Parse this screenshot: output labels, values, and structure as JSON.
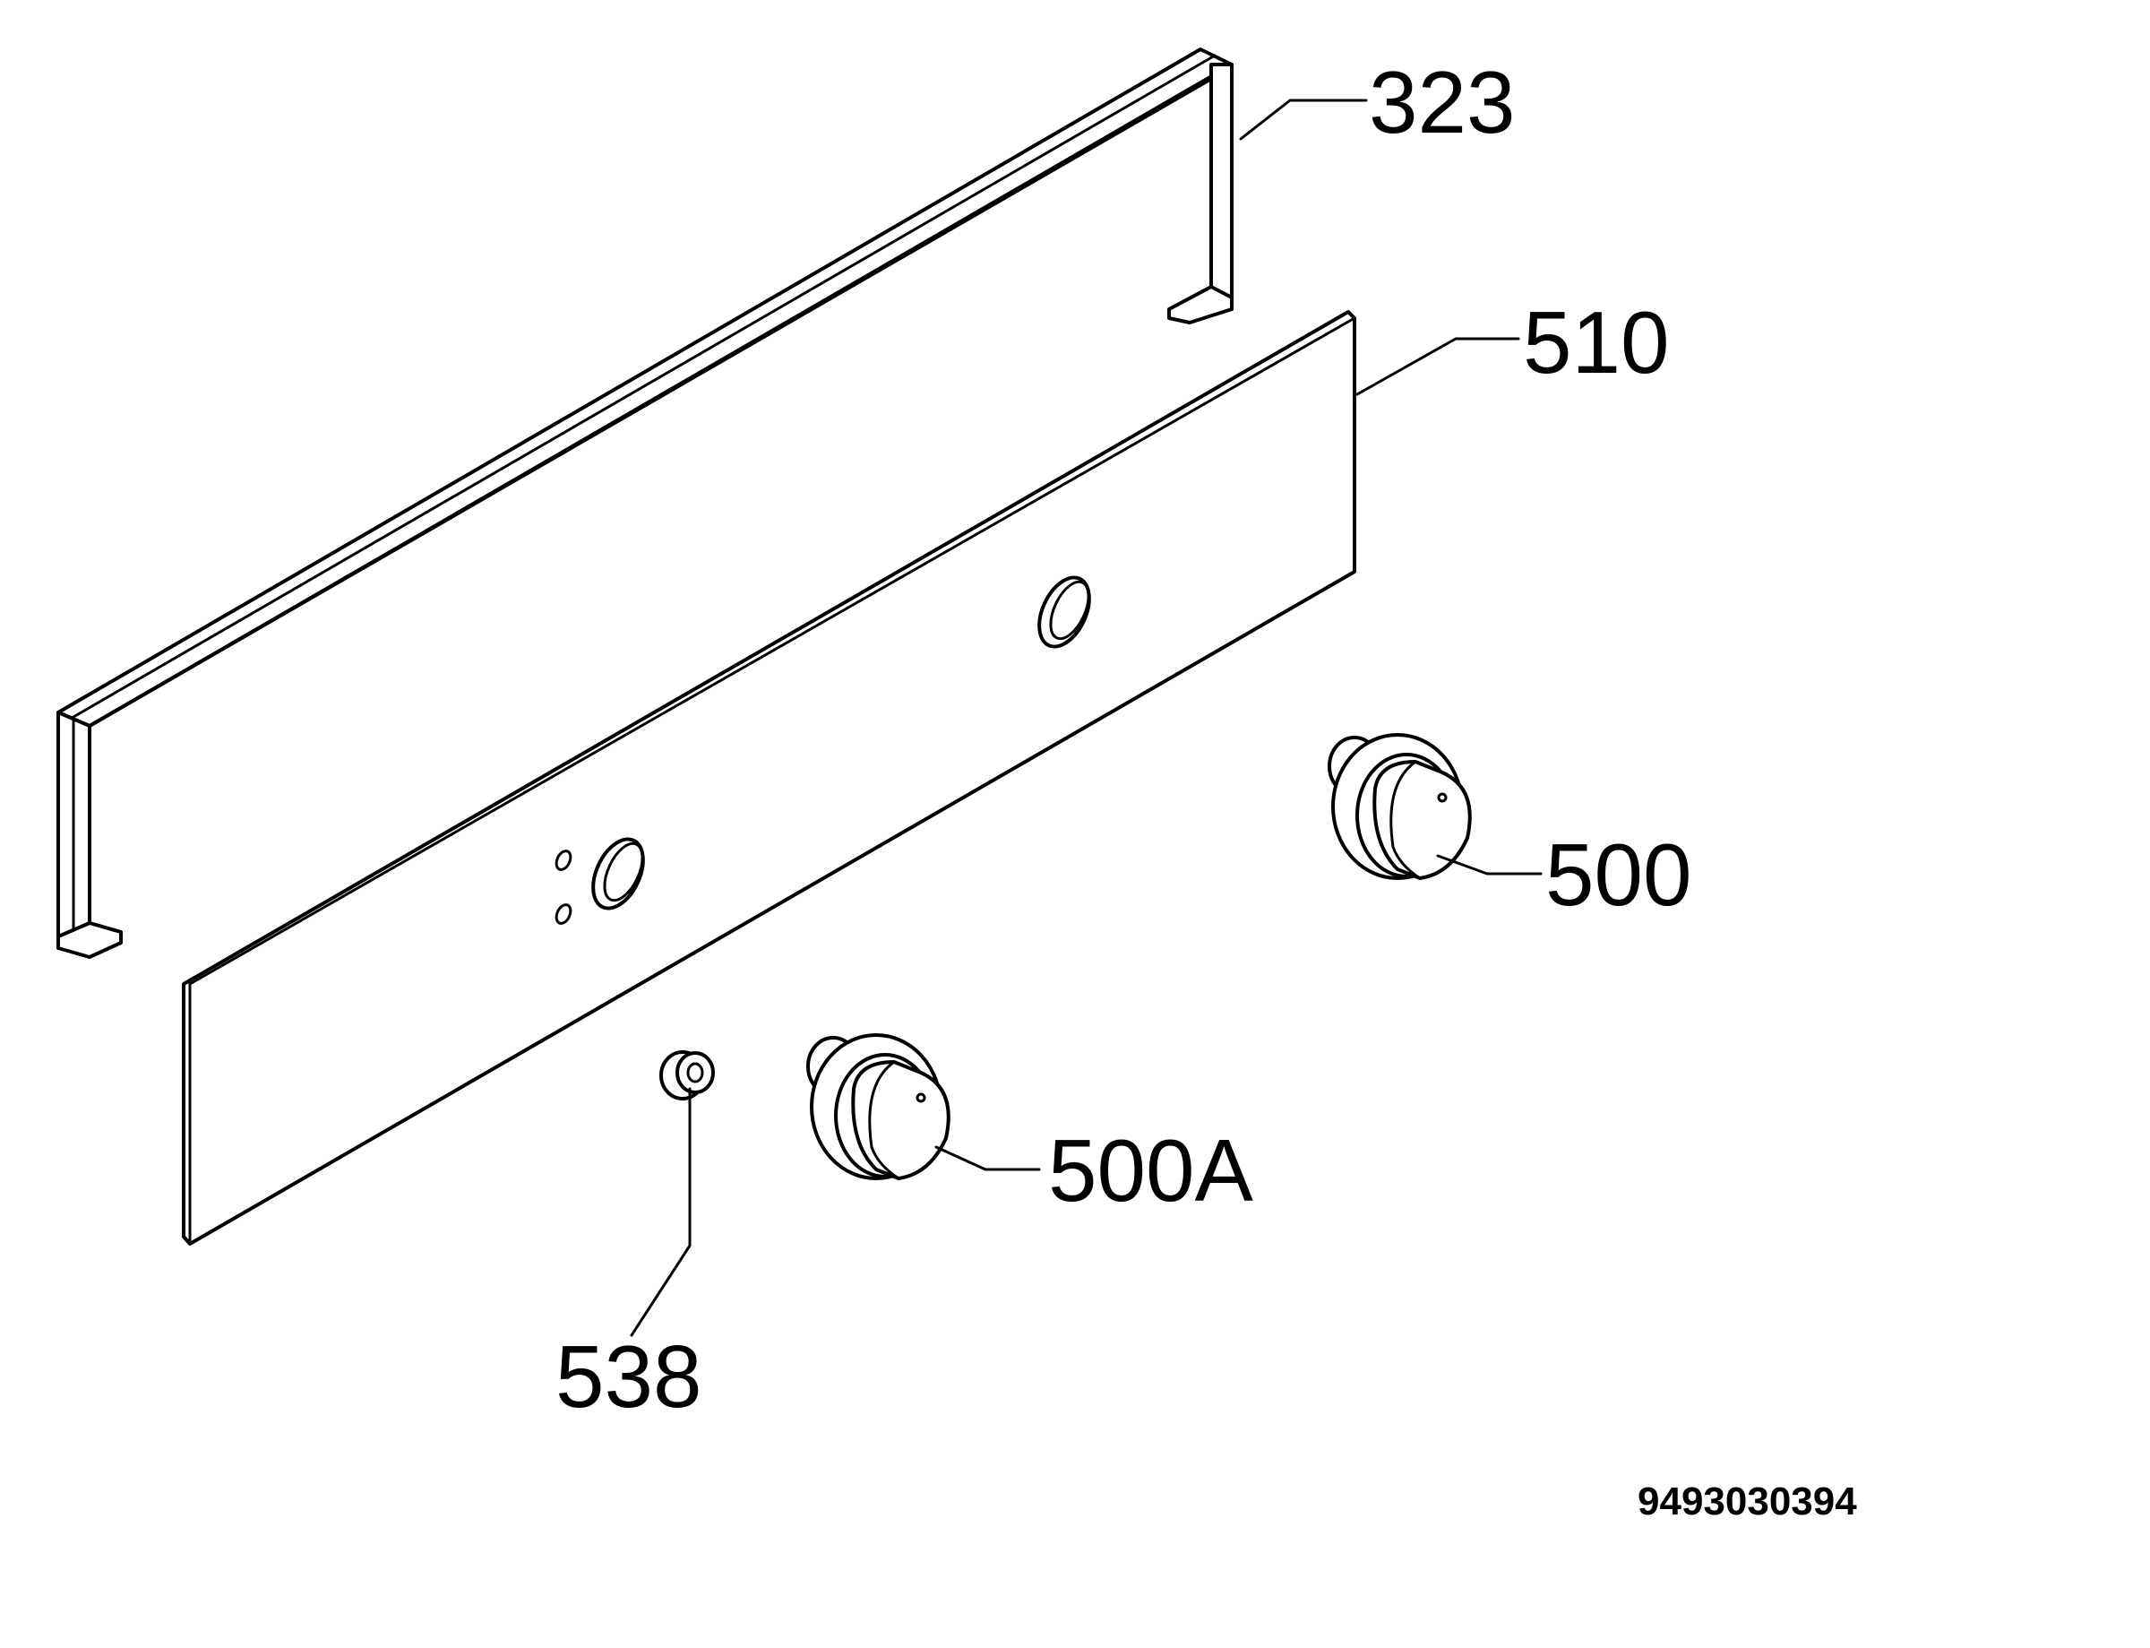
{
  "parts": [
    {
      "id": "frame",
      "label": "323"
    },
    {
      "id": "panel",
      "label": "510"
    },
    {
      "id": "knob-right",
      "label": "500"
    },
    {
      "id": "knob-left",
      "label": "500A"
    },
    {
      "id": "bushing",
      "label": "538"
    }
  ],
  "document_number": "9493030394"
}
